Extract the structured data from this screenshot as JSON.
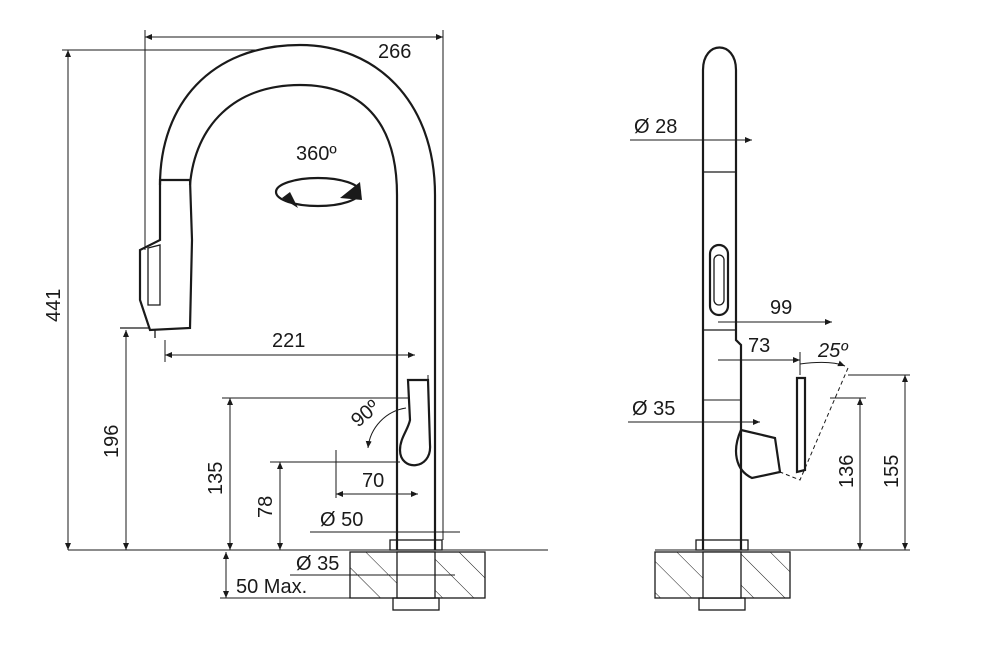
{
  "front_view": {
    "width_total": "266",
    "rotation": "360º",
    "height_total": "441",
    "spout_reach": "221",
    "lever_angle": "90º",
    "spout_height": "196",
    "lever_height": "135",
    "lever_reach": "70",
    "lever_axis_height": "78",
    "base_diameter": "Ø 50",
    "hole_diameter": "Ø 35",
    "counter_thickness": "50 Max."
  },
  "side_view": {
    "spout_diameter": "Ø 28",
    "reach_99": "99",
    "reach_73": "73",
    "lever_angle": "25º",
    "body_diameter": "Ø 35",
    "height_136": "136",
    "height_155": "155"
  }
}
